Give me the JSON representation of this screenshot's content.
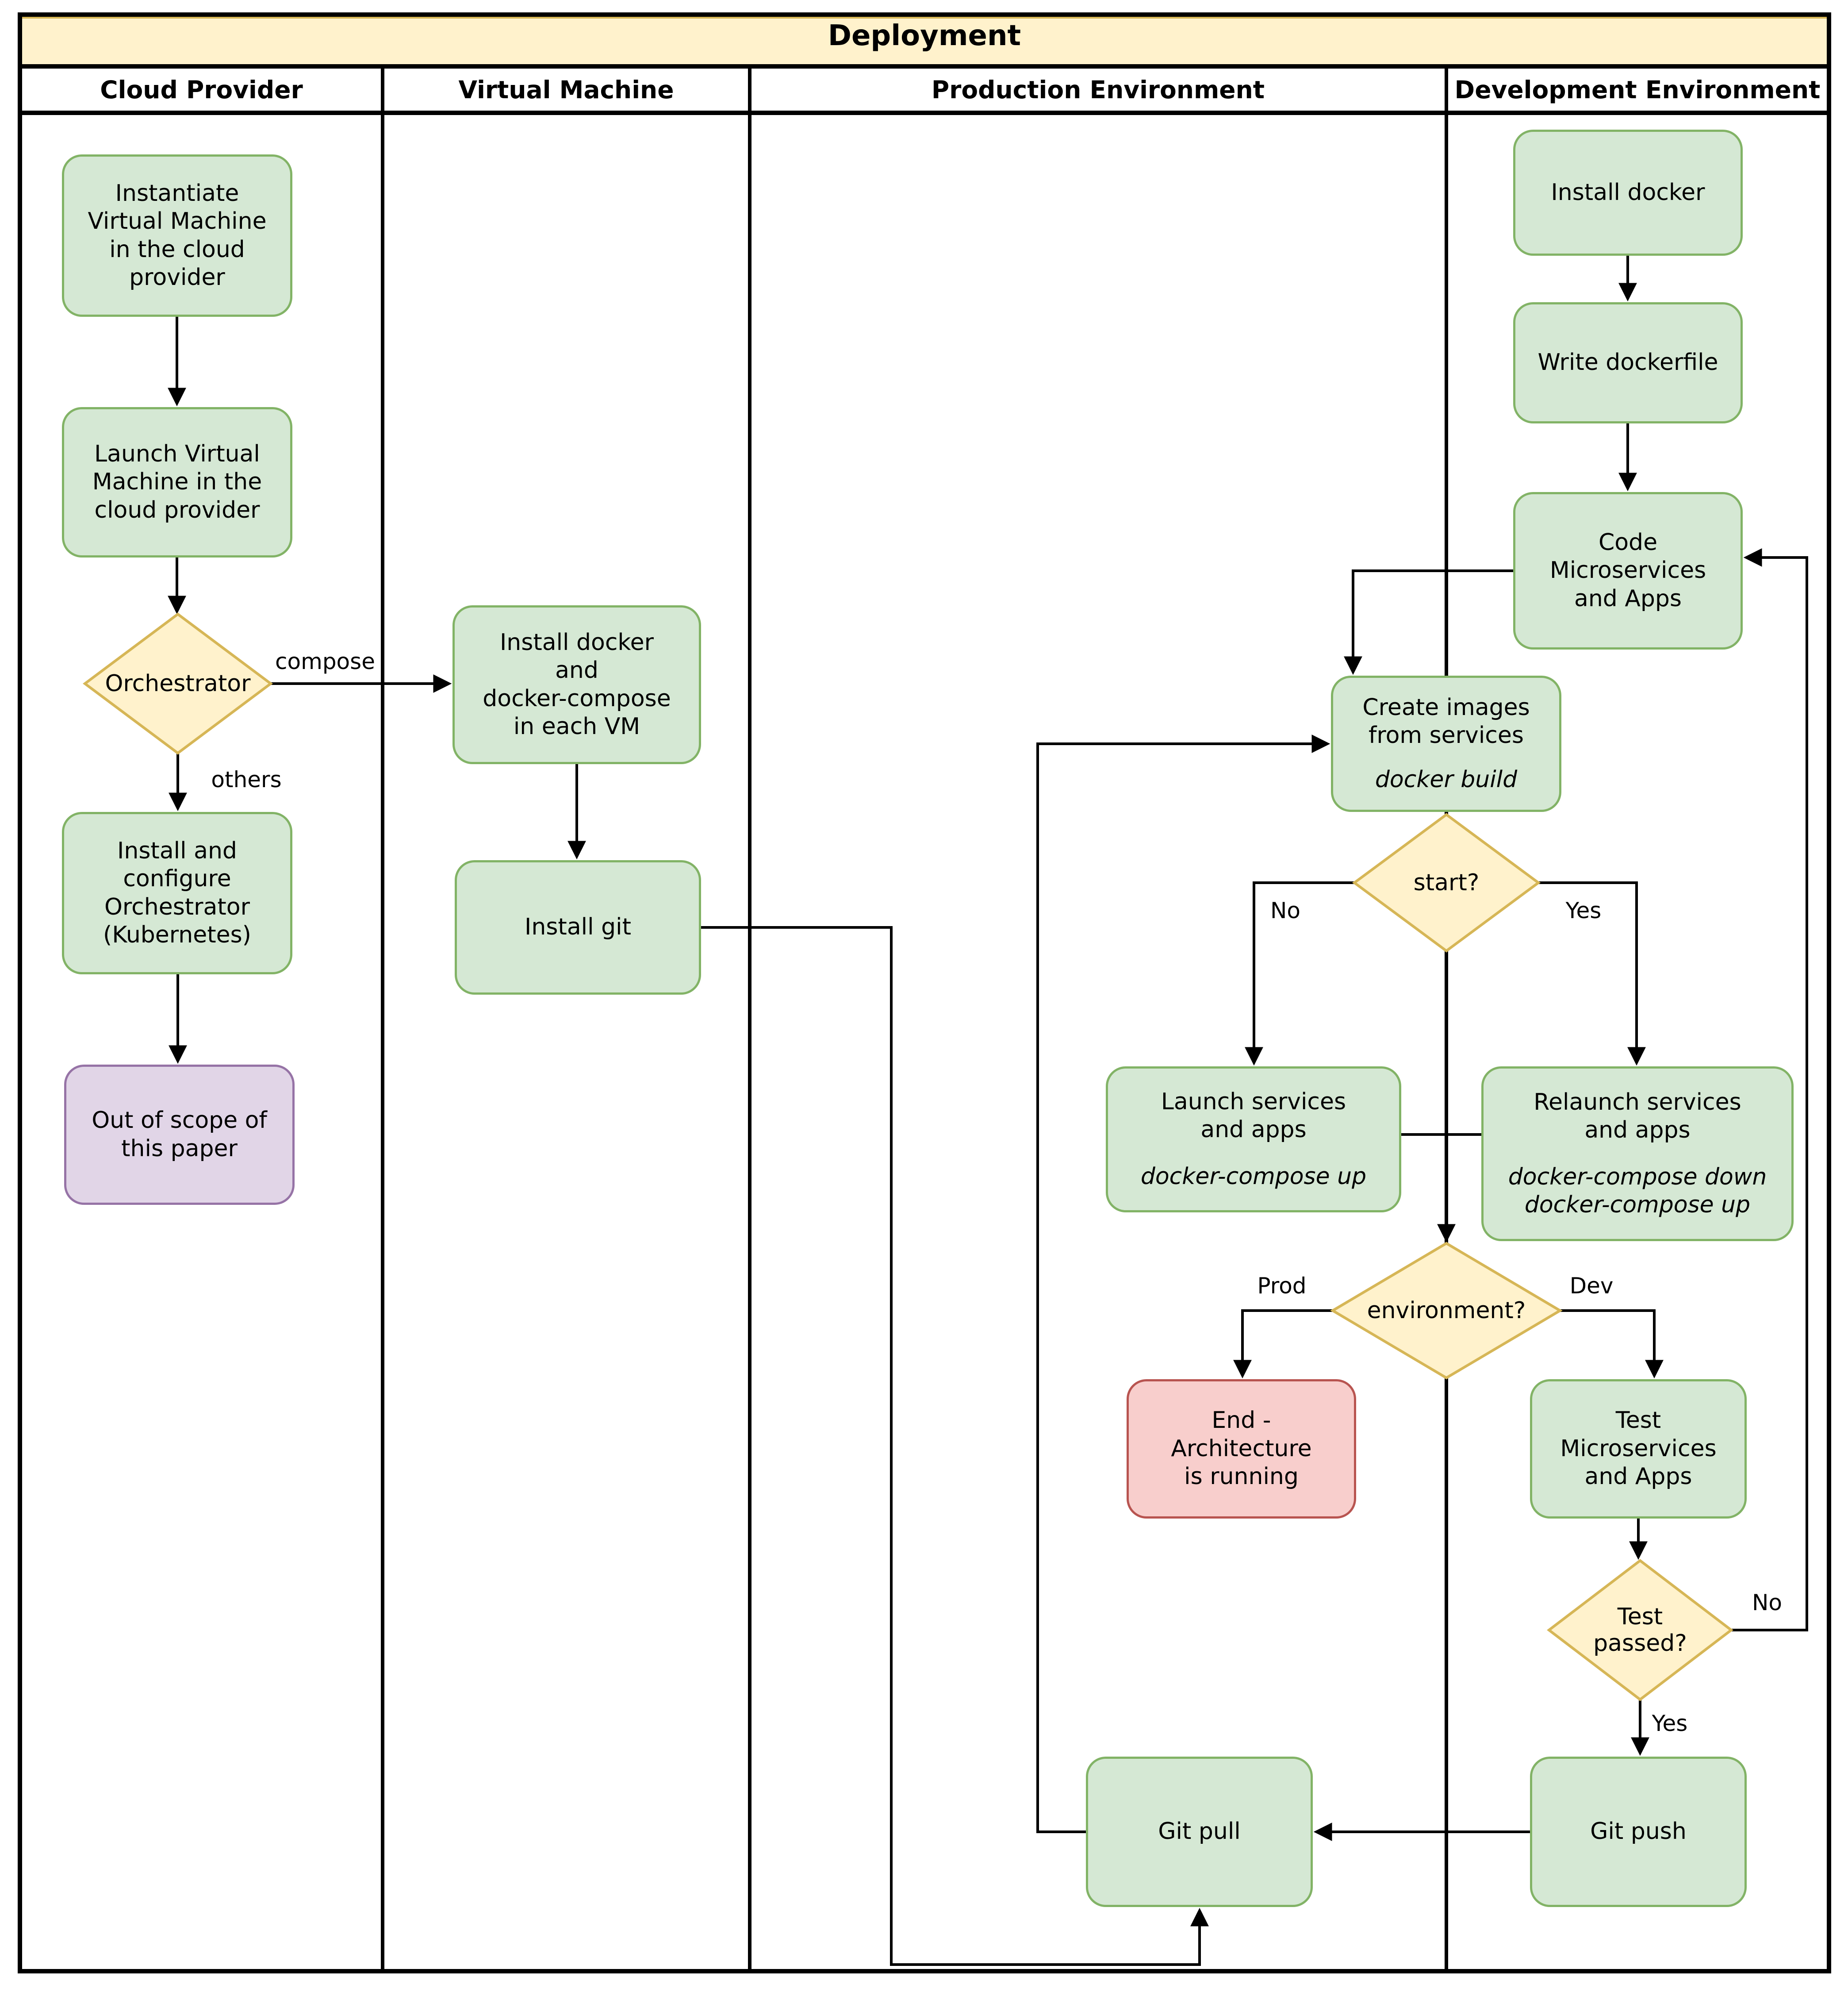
{
  "title": "Deployment",
  "lanes": {
    "cloud": "Cloud Provider",
    "vm": "Virtual Machine",
    "prod": "Production Environment",
    "dev": "Development Environment"
  },
  "nodes": {
    "instantiate_vm": {
      "label": "Instantiate\nVirtual Machine\nin the cloud\nprovider"
    },
    "launch_vm": {
      "label": "Launch Virtual\nMachine in the\ncloud provider"
    },
    "orchestrator": {
      "label": "Orchestrator"
    },
    "install_orchestrator": {
      "label": "Install and\nconfigure\nOrchestrator\n(Kubernetes)"
    },
    "out_of_scope": {
      "label": "Out of scope of\nthis paper"
    },
    "install_docker_compose_vm": {
      "label": "Install docker\nand\ndocker-compose\nin each VM"
    },
    "install_git": {
      "label": "Install git"
    },
    "install_docker": {
      "label": "Install docker"
    },
    "write_dockerfile": {
      "label": "Write dockerfile"
    },
    "code_microservices": {
      "label": "Code\nMicroservices\nand Apps"
    },
    "create_images": {
      "label": "Create images\nfrom services",
      "command": "docker build"
    },
    "start_decision": {
      "label": "start?"
    },
    "launch_services": {
      "label": "Launch services\nand apps",
      "command": "docker-compose up"
    },
    "relaunch_services": {
      "label": "Relaunch services\nand apps",
      "command": "docker-compose down\ndocker-compose up"
    },
    "environment_decision": {
      "label": "environment?"
    },
    "end_architecture": {
      "label": "End -\nArchitecture\nis running"
    },
    "test_microservices": {
      "label": "Test\nMicroservices\nand Apps"
    },
    "test_passed_decision": {
      "label": "Test\npassed?"
    },
    "git_push": {
      "label": "Git push"
    },
    "git_pull": {
      "label": "Git pull"
    }
  },
  "edge_labels": {
    "compose": "compose",
    "others": "others",
    "start_no": "No",
    "start_yes": "Yes",
    "env_prod": "Prod",
    "env_dev": "Dev",
    "test_yes": "Yes",
    "test_no": "No"
  },
  "colors": {
    "process_fill": "#D5E8D4",
    "process_stroke": "#82B366",
    "decision_fill": "#FFF2CC",
    "decision_stroke": "#D6B656",
    "end_fill": "#F8CECC",
    "end_stroke": "#B85450",
    "scope_fill": "#E1D5E7",
    "scope_stroke": "#9673A6",
    "line": "#000000"
  }
}
